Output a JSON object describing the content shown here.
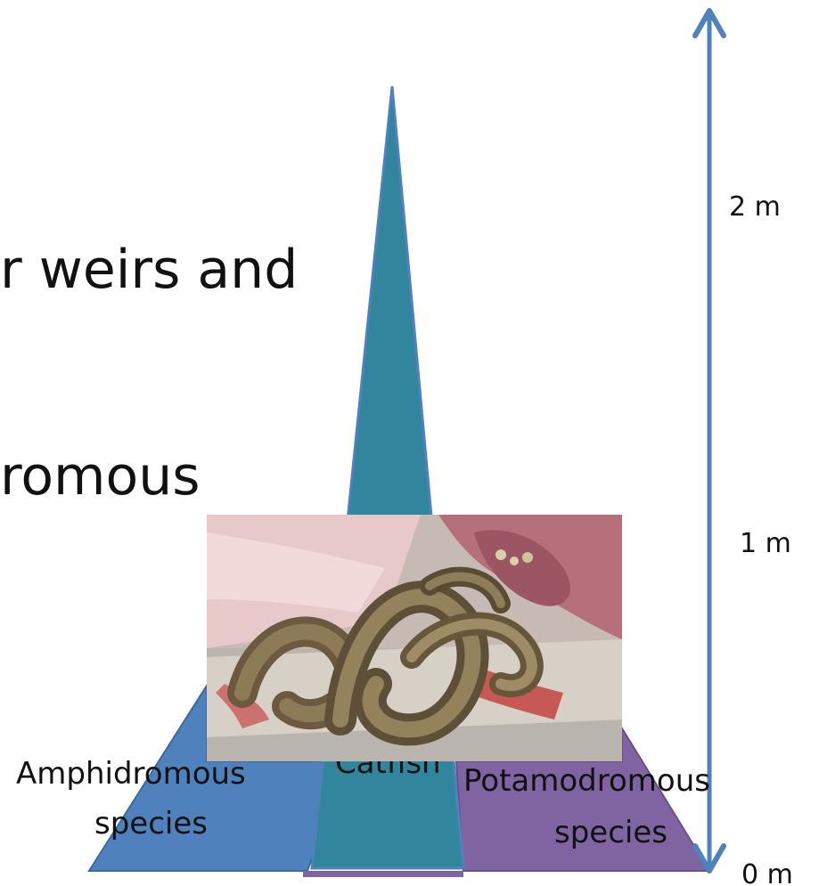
{
  "slide": {
    "line1": "r weirs and",
    "line2": "romous"
  },
  "diagram": {
    "scale": {
      "top_label": "2 m",
      "mid_label": "1 m",
      "bottom_label": "0 m"
    },
    "regions": [
      {
        "id": "amphidromous",
        "line1": "Amphidromous",
        "line2": "species",
        "color": "#4f81bd"
      },
      {
        "id": "catfish",
        "line1": "Catfish",
        "color": "#31859c"
      },
      {
        "id": "potamodromous",
        "line1": "Potamodromous",
        "line2": "species",
        "color": "#8064a2"
      }
    ],
    "arrow_color": "#4f81bd"
  },
  "photo": {
    "subject": "eels on a cutting board"
  }
}
